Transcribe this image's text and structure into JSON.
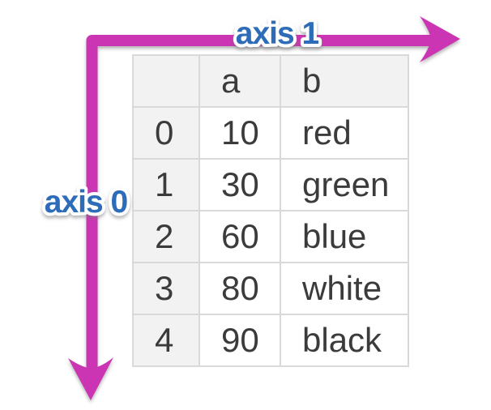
{
  "diagram": {
    "title": "dataframe-axes-diagram",
    "arrows": {
      "color": "#cb34b2",
      "axis1_direction": "right",
      "axis0_direction": "down"
    },
    "labels": {
      "axis1": "axis 1",
      "axis0": "axis 0",
      "label_color": "#2d6cb8",
      "outline_color": "#ffffff"
    }
  },
  "table": {
    "header": [
      "",
      "a",
      "b"
    ],
    "rows": [
      [
        "0",
        "10",
        "red"
      ],
      [
        "1",
        "30",
        "green"
      ],
      [
        "2",
        "60",
        "blue"
      ],
      [
        "3",
        "80",
        "white"
      ],
      [
        "4",
        "90",
        "black"
      ]
    ],
    "header_bg": "#f2f2f2",
    "index_bg": "#f2f2f2",
    "cell_bg": "#ffffff",
    "border_color": "#d9d9d9",
    "text_color": "#3b3b3b"
  }
}
